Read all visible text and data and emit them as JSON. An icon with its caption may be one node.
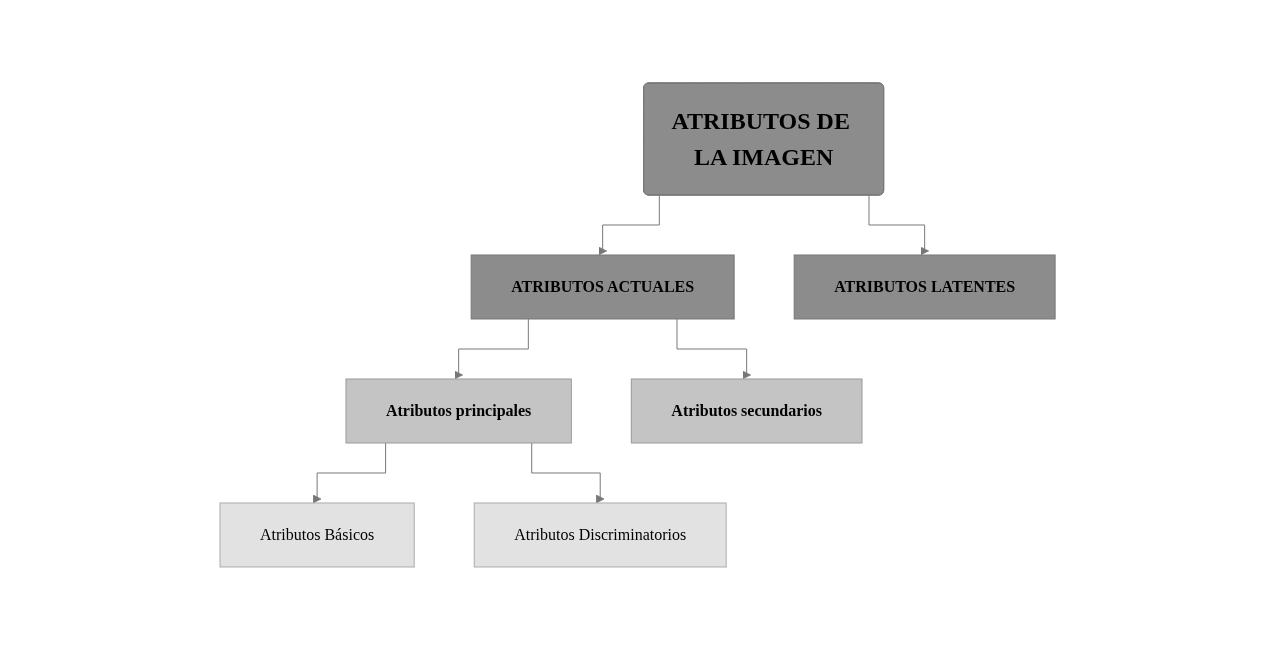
{
  "diagram": {
    "nodes": [
      {
        "text": [
          "ATRIBUTOS DE LA IMAGEN"
        ]
      },
      {
        "text": [
          "ATRIBUTOS ACTUALES"
        ]
      },
      {
        "text": [
          "ATRIBUTOS LATENTES"
        ]
      },
      {
        "text": [
          "Atributos principales"
        ]
      },
      {
        "text": [
          "Atributos secundarios"
        ]
      },
      {
        "text": [
          "Atributos Básicos"
        ]
      },
      {
        "text": [
          "Atributos Discriminatorios"
        ]
      }
    ],
    "edges": [
      {
        "from": 0,
        "to": 1,
        "arrow": "to"
      },
      {
        "from": 0,
        "to": 2,
        "arrow": "to"
      },
      {
        "from": 1,
        "to": 3,
        "arrow": "to"
      },
      {
        "from": 1,
        "to": 4,
        "arrow": "to"
      },
      {
        "from": 3,
        "to": 5,
        "arrow": "to"
      },
      {
        "from": 3,
        "to": 6,
        "arrow": "to"
      }
    ]
  }
}
